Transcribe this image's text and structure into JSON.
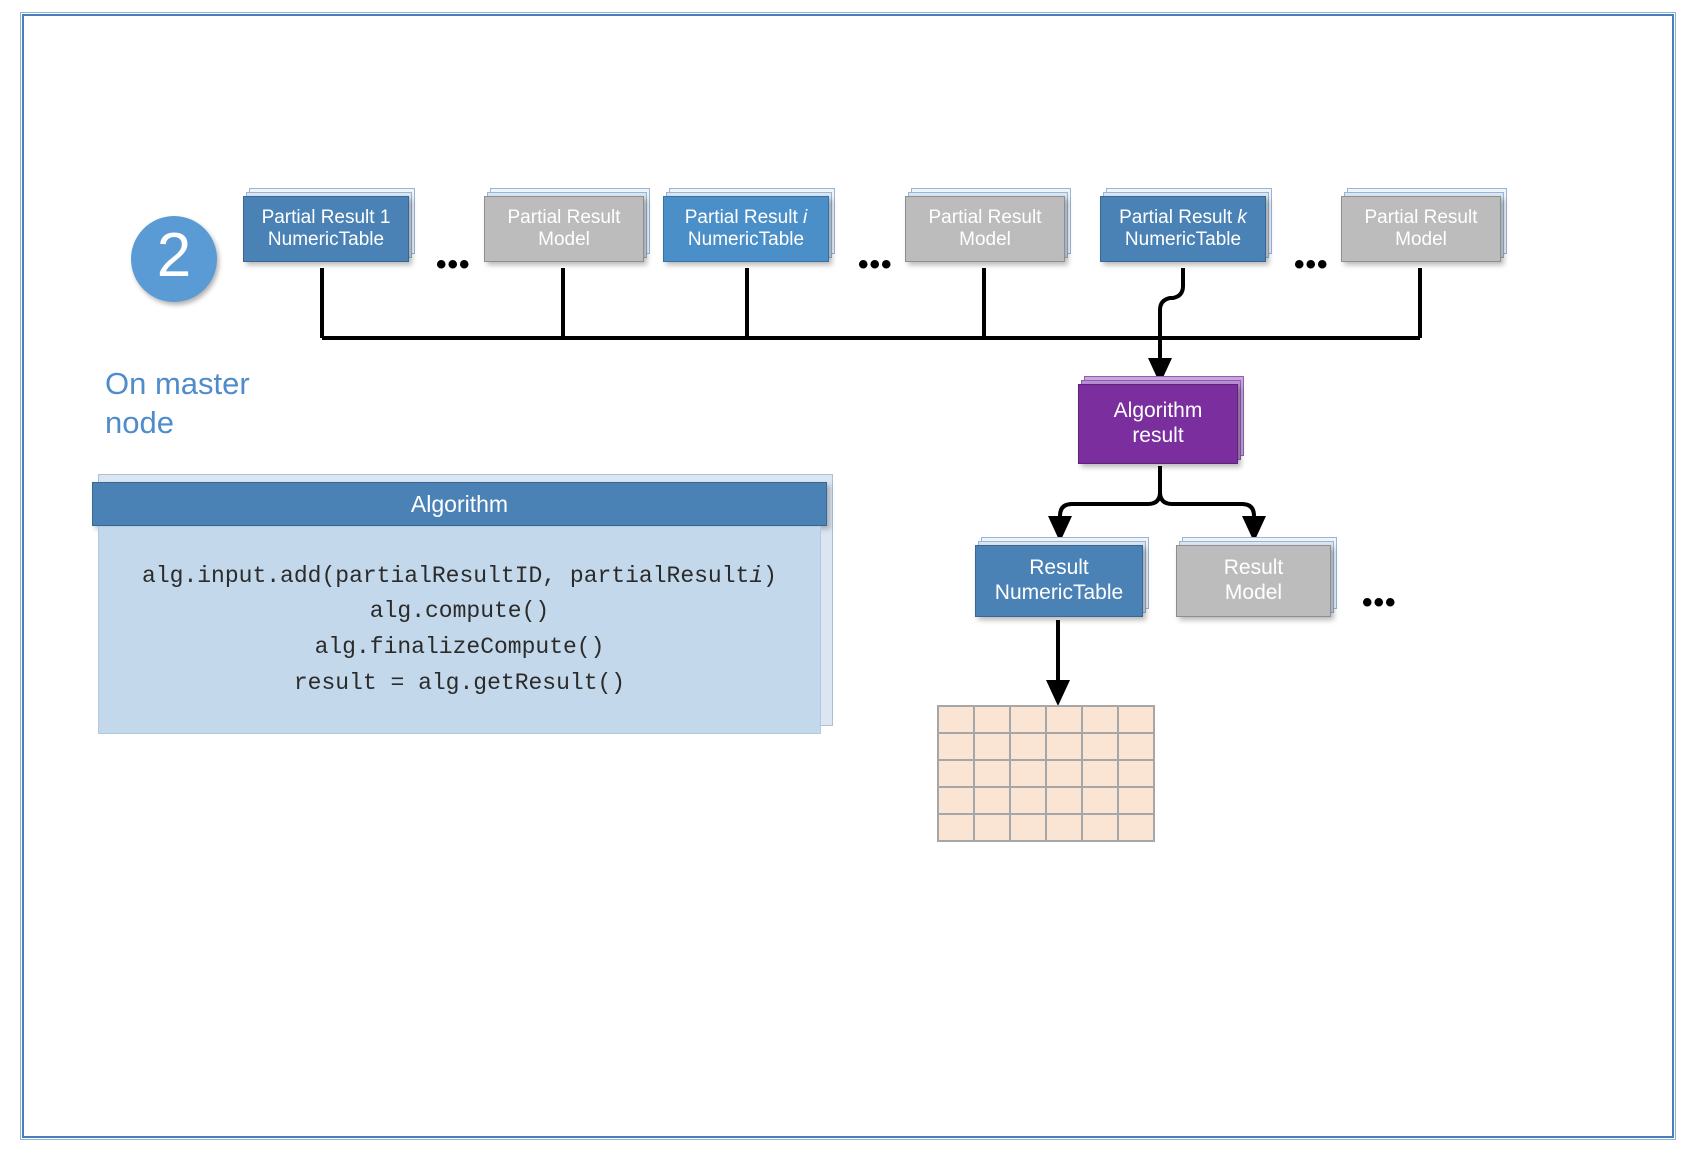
{
  "slide": {
    "step_number": "2",
    "master_node_caption_line1": "On master",
    "master_node_caption_line2": "node",
    "accent_blue": "#4a82b6",
    "accent_blue_bright": "#4b8fc9",
    "accent_grey": "#bcbcbc",
    "accent_purple": "#7b2f9e",
    "frame_border": "#4a7ebb",
    "caption_color": "#4f8ccc",
    "grid_cell_fill": "#fae4d3"
  },
  "partial_results": [
    {
      "title_prefix": "Partial Result ",
      "index": "1",
      "index_italic": false,
      "subtitle": "NumericTable",
      "kind": "blue"
    },
    {
      "title_prefix": "Partial Result",
      "index": "",
      "index_italic": false,
      "subtitle": "Model",
      "kind": "grey"
    },
    {
      "title_prefix": "Partial Result ",
      "index": "i",
      "index_italic": true,
      "subtitle": "NumericTable",
      "kind": "blue-bright"
    },
    {
      "title_prefix": "Partial Result",
      "index": "",
      "index_italic": false,
      "subtitle": "Model",
      "kind": "grey"
    },
    {
      "title_prefix": "Partial Result ",
      "index": "k",
      "index_italic": true,
      "subtitle": "NumericTable",
      "kind": "blue"
    },
    {
      "title_prefix": "Partial Result",
      "index": "",
      "index_italic": false,
      "subtitle": "Model",
      "kind": "grey"
    }
  ],
  "ellipses": {
    "top_1": "•••",
    "top_2": "•••",
    "top_3": "•••",
    "results": "•••"
  },
  "algorithm_result": {
    "line1": "Algorithm",
    "line2": "result"
  },
  "algorithm": {
    "header": "Algorithm",
    "code_lines": [
      "alg.input.add(partialResultID, partialResult",
      "alg.compute()",
      "alg.finalizeCompute()",
      "result = alg.getResult()"
    ],
    "code_line1_italic_var": "i",
    "code_line1_tail": ")"
  },
  "results": [
    {
      "line1": "Result",
      "line2": "NumericTable",
      "kind": "blue"
    },
    {
      "line1": "Result",
      "line2": "Model",
      "kind": "grey"
    }
  ],
  "result_grid": {
    "columns": 6,
    "rows": 5
  }
}
